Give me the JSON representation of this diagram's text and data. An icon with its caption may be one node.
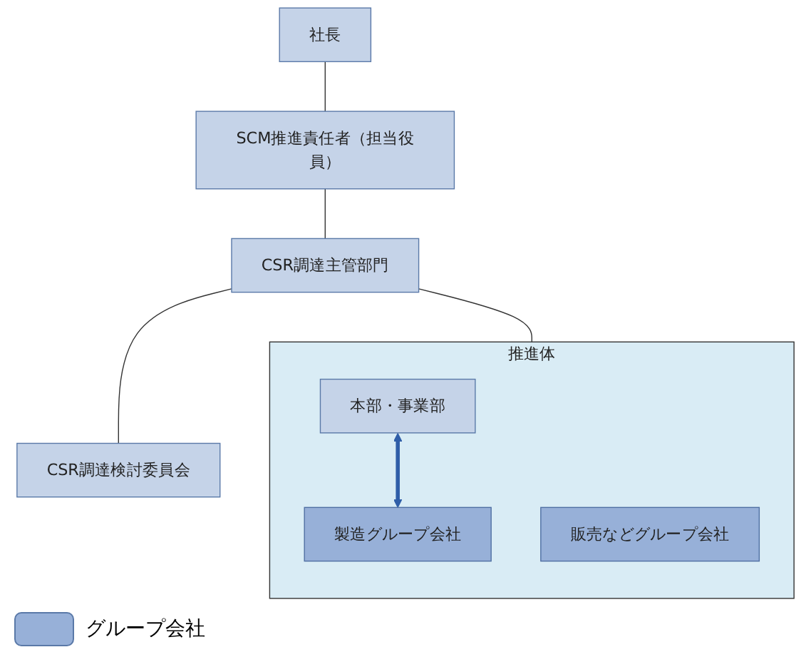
{
  "diagram": {
    "nodes": [
      {
        "text": [
          "社長"
        ]
      },
      {
        "text": [
          "SCM推進責任者（担当役員）"
        ]
      },
      {
        "text": [
          "CSR調達主管部門"
        ]
      },
      {
        "text": [
          "CSR調達検討委員会"
        ]
      },
      {
        "text": [
          "推進体"
        ]
      },
      {
        "text": [
          "本部・事業部"
        ],
        "in": 4
      },
      {
        "text": [
          "製造グループ会社"
        ],
        "in": 4
      },
      {
        "text": [
          "販売などグループ会社"
        ],
        "in": 4
      }
    ],
    "edges": [
      {
        "from": 0,
        "to": 1,
        "arrow": "none"
      },
      {
        "from": 1,
        "to": 2,
        "arrow": "none"
      },
      {
        "from": 2,
        "to": 3,
        "arrow": "none"
      },
      {
        "from": 2,
        "to": 4,
        "arrow": "none"
      },
      {
        "from": 5,
        "to": 6,
        "arrow": "both",
        "style": "thick",
        "color": "#2f5ea8"
      }
    ],
    "legend": [
      {
        "text": "グループ会社",
        "color": "#97b0d8"
      }
    ]
  }
}
